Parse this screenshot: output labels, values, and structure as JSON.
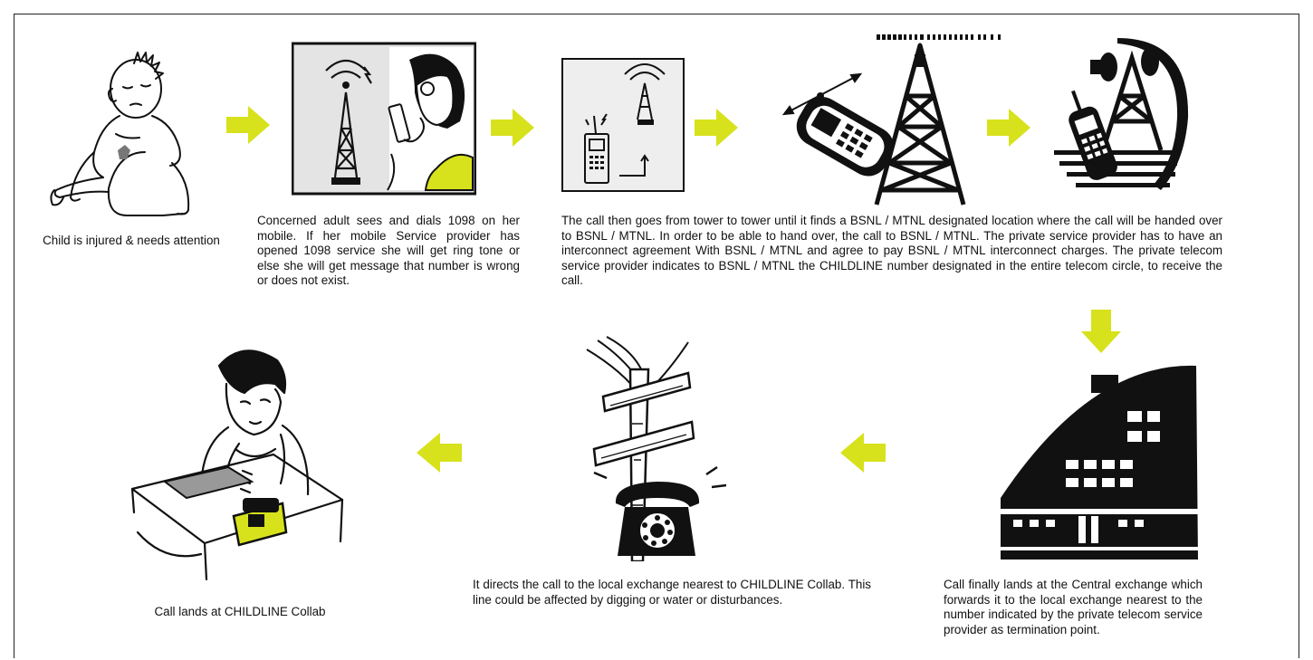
{
  "steps": [
    {
      "id": "child",
      "icon": "injured-child-icon",
      "caption": "Child is injured & needs attention"
    },
    {
      "id": "adult",
      "icon": "adult-dialing-phone-icon",
      "caption": "Concerned adult sees and dials 1098 on her mobile. If her mobile Service provider has opened 1098 service she will get ring tone or else she will get message that number is wrong or does not exist."
    },
    {
      "id": "tower-chain",
      "icon": "phone-signal-tower-icon",
      "caption": "The call then goes from tower to tower until it finds a BSNL / MTNL designated location where  the call will be handed over to BSNL / MTNL. In order to be able to hand over, the call  to BSNL / MTNL. The private service provider has to have an interconnect agreement With BSNL / MTNL and agree to pay BSNL / MTNL interconnect charges. The private telecom service provider indicates to BSNL / MTNL the CHILDLINE number designated in the entire  telecom circle, to receive the call."
    },
    {
      "id": "mobile-tower",
      "icon": "mobile-and-tower-icon",
      "caption": ""
    },
    {
      "id": "satellite",
      "icon": "satellite-tower-icon",
      "caption": ""
    },
    {
      "id": "exchange",
      "icon": "exchange-building-icon",
      "caption": "Call finally lands at the Central exchange which forwards it to the local exchange nearest to  the number indicated by the private telecom service provider as termination point."
    },
    {
      "id": "local-line",
      "icon": "telephone-pole-icon",
      "caption": "It directs the call to the local exchange nearest to CHILDLINE Collab. This line could be affected by digging or water or disturbances."
    },
    {
      "id": "childline",
      "icon": "operator-at-desk-icon",
      "caption": "Call lands at CHILDLINE Collab"
    }
  ],
  "colors": {
    "arrow": "#d7e21c",
    "ink": "#111111",
    "accent": "#d7e21c"
  }
}
